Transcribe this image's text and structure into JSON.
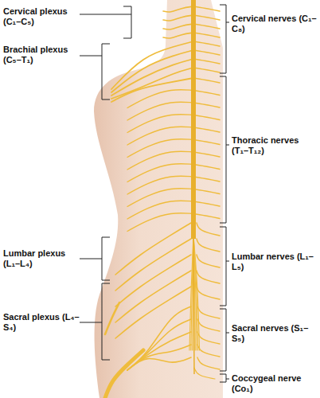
{
  "diagram": {
    "labels": [
      "Cervical plexus (C₁–C₅)",
      "Brachial plexus (C₅–T₁)",
      "Lumbar plexus (L₁–L₄)",
      "Sacral plexus (L₄–S₄)",
      "Cervical nerves (C₁–C₈)",
      "Thoracic nerves (T₁–T₁₂)",
      "Lumbar nerves (L₁–L₅)",
      "Sacral nerves (S₁–S₅)",
      "Coccygeal nerve (Co₁)"
    ]
  }
}
